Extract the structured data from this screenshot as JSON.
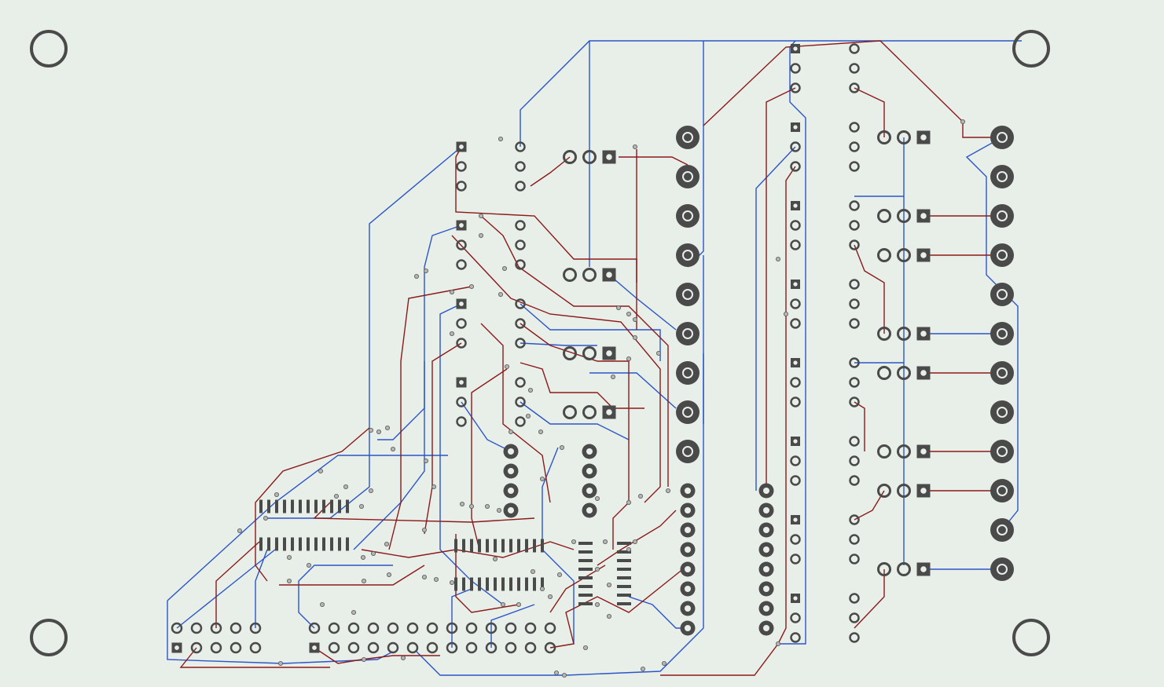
{
  "board": {
    "background": "#e8efe8",
    "colors": {
      "top_trace": "#8b1a1a",
      "bottom_trace": "#2b55c8",
      "pad": "#4a4a4a",
      "via_fill": "#b5b5b5",
      "mount_hole": "#4a4a4a"
    },
    "layers": [
      "top-copper",
      "bottom-copper"
    ],
    "components": {
      "mounting_holes": 4,
      "large_screw_terminals_mid": 9,
      "large_screw_terminals_right": 12,
      "three_pin_headers": 13,
      "dip_sockets": 4,
      "soic_chips_wide": 4,
      "soic_chip_small": 2,
      "pin_header_2x5": 1,
      "pin_header_2x13": 1,
      "relay_driver_columns": 1
    }
  }
}
